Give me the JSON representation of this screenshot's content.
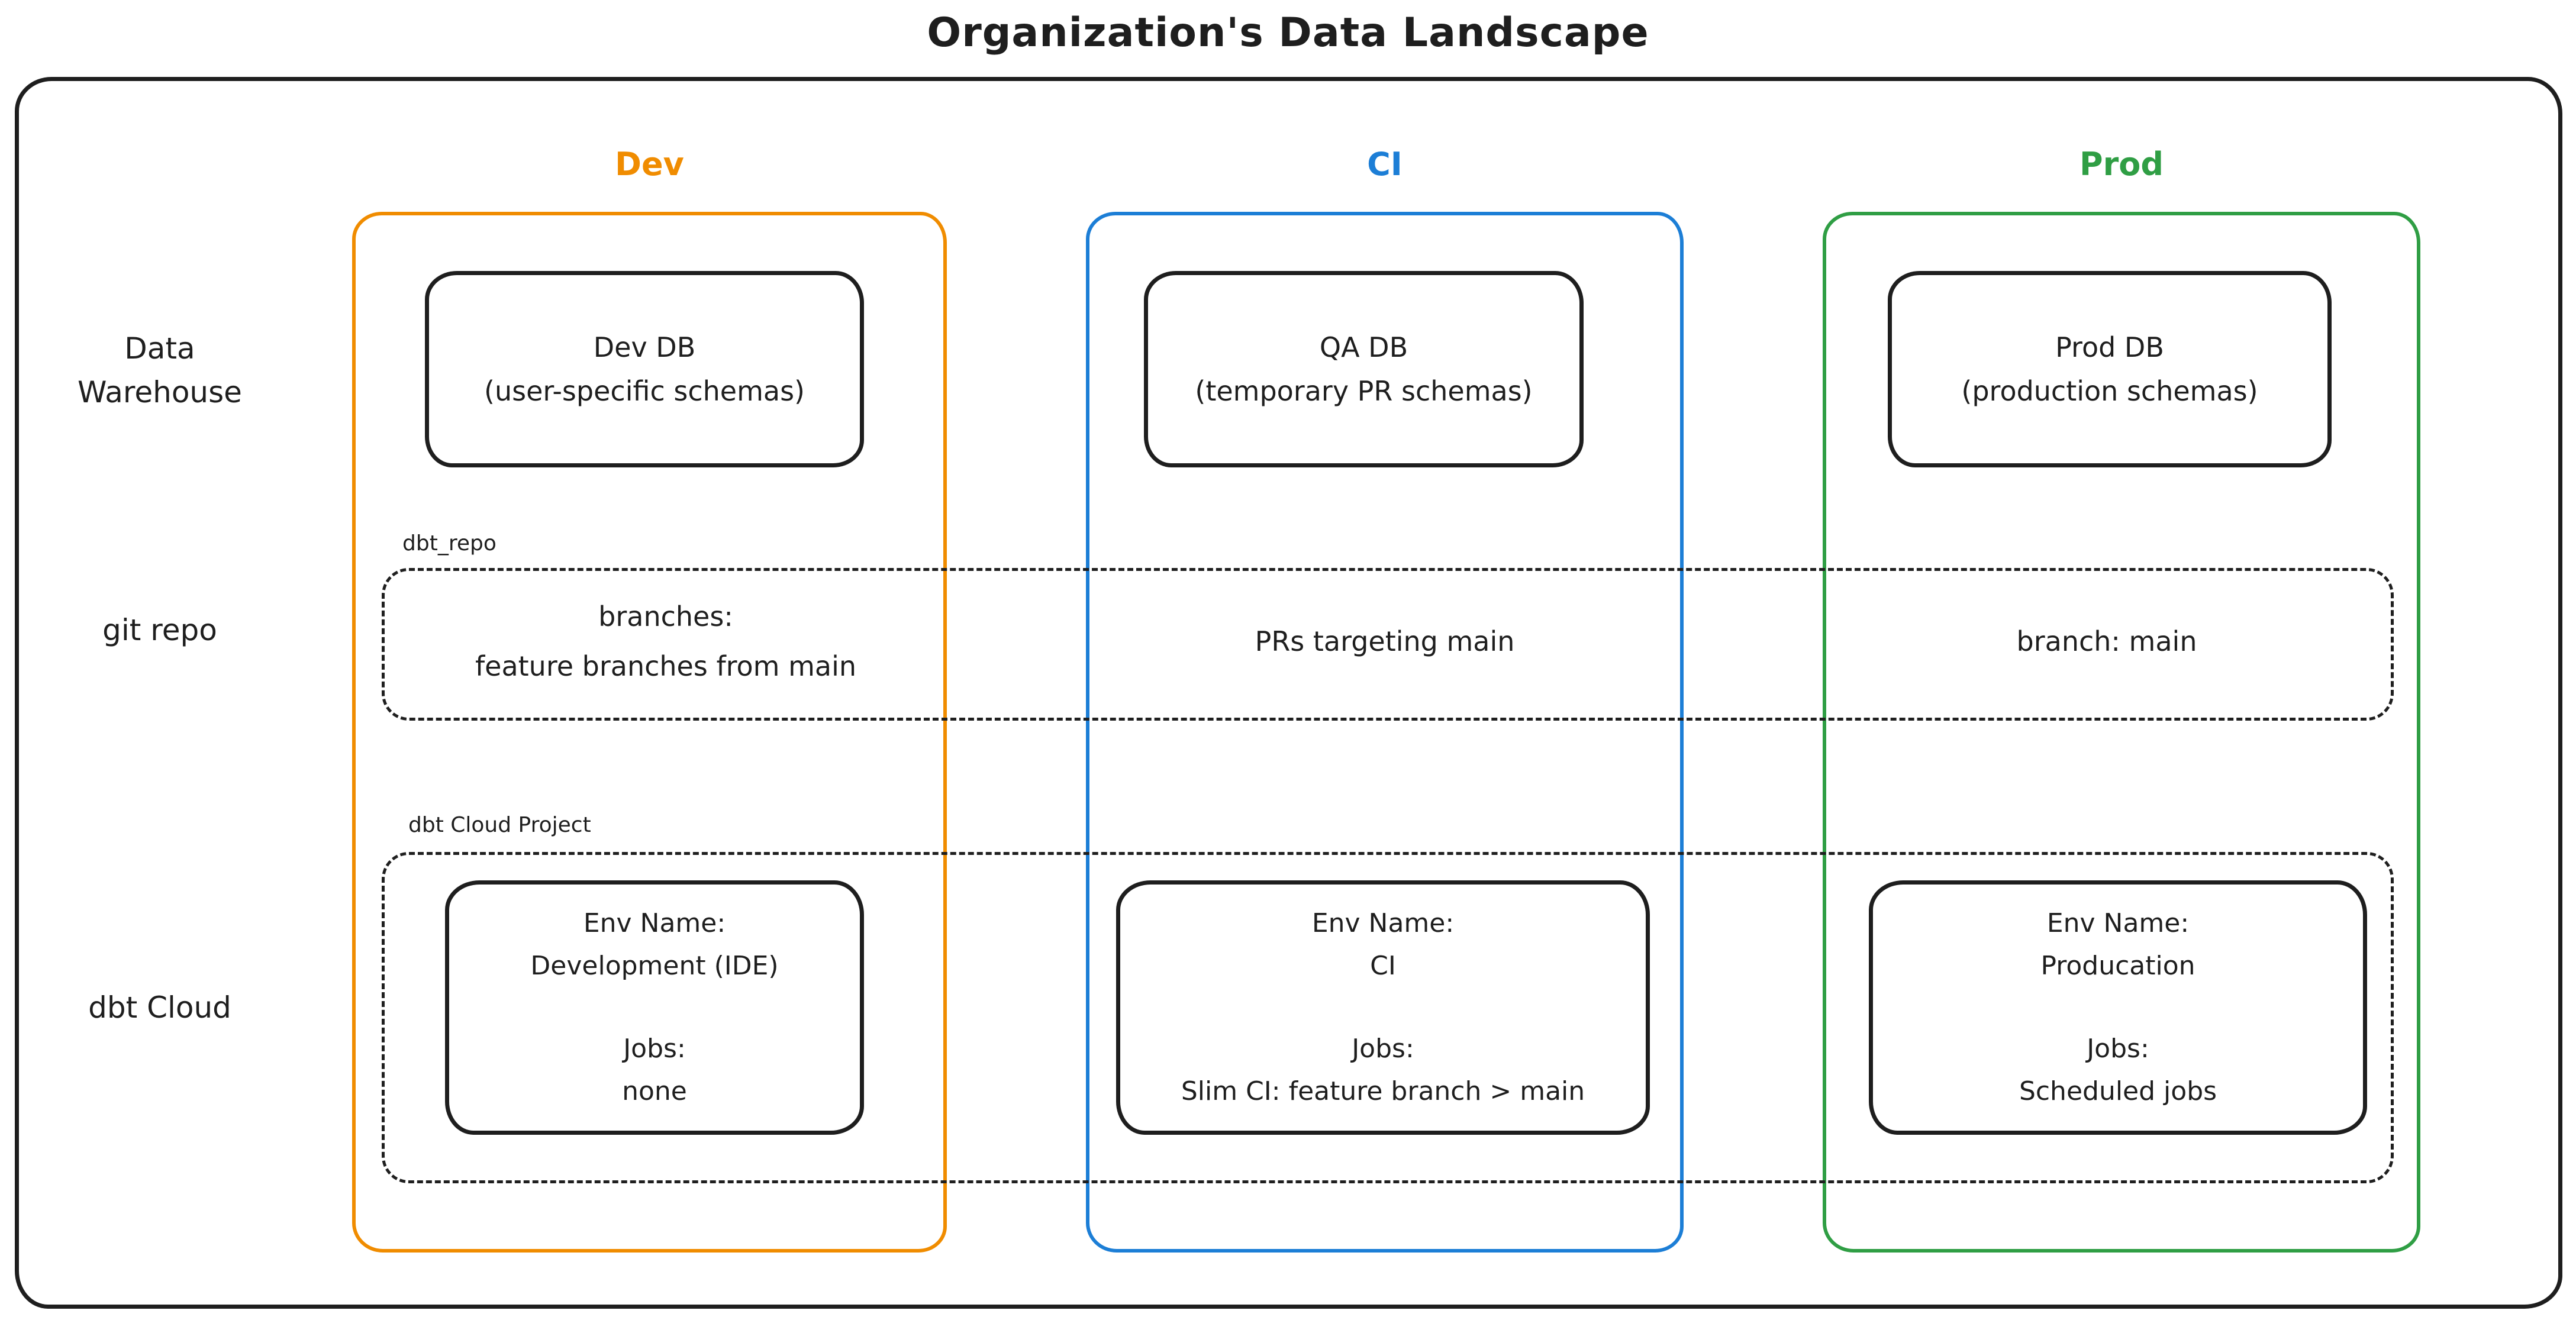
{
  "title": "Organization's Data Landscape",
  "colors": {
    "dev": "#f08c00",
    "ci": "#1c7ed6",
    "prod": "#2f9e44",
    "ink": "#1e1e1e"
  },
  "column_labels": {
    "dev": "Dev",
    "ci": "CI",
    "prod": "Prod"
  },
  "row_labels": {
    "warehouse_line1": "Data",
    "warehouse_line2": "Warehouse",
    "git": "git repo",
    "dbt": "dbt Cloud"
  },
  "warehouse_row": {
    "dev": {
      "name": "Dev DB",
      "detail": "(user-specific schemas)"
    },
    "ci": {
      "name": "QA DB",
      "detail": "(temporary PR schemas)"
    },
    "prod": {
      "name": "Prod DB",
      "detail": "(production schemas)"
    }
  },
  "git_row": {
    "container_label": "dbt_repo",
    "dev_line1": "branches:",
    "dev_line2": "feature branches from main",
    "ci": "PRs targeting main",
    "prod": "branch: main"
  },
  "dbt_row": {
    "container_label": "dbt Cloud Project",
    "dev": {
      "env_label": "Env Name:",
      "env_value": "Development (IDE)",
      "jobs_label": "Jobs:",
      "jobs_value": "none"
    },
    "ci": {
      "env_label": "Env Name:",
      "env_value": "CI",
      "jobs_label": "Jobs:",
      "jobs_value": "Slim CI: feature branch > main"
    },
    "prod": {
      "env_label": "Env Name:",
      "env_value": "Producation",
      "jobs_label": "Jobs:",
      "jobs_value": "Scheduled jobs"
    }
  }
}
